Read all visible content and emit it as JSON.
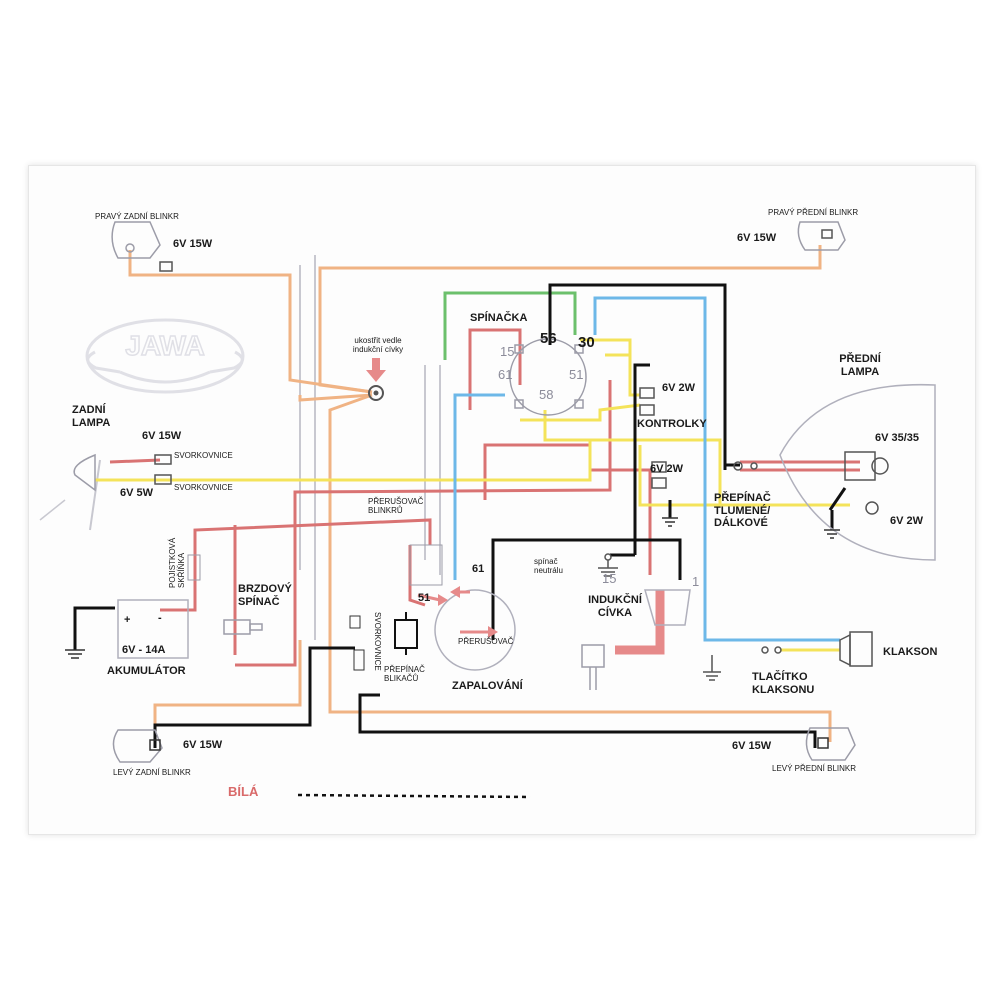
{
  "labels": {
    "right_rear_blinker": "PRAVÝ ZADNÍ BLINKR",
    "right_rear_blinker_rating": "6V 15W",
    "right_front_blinker": "PRAVÝ PŘEDNÍ BLINKR",
    "right_front_blinker_rating": "6V 15W",
    "logo": "JAWA",
    "ground_note_line1": "ukostřit vedle",
    "ground_note_line2": "indukční cívky",
    "ignition_switch": "SPÍNAČKA",
    "term_56": "56",
    "term_30": "30",
    "term_15": "15",
    "term_61": "61",
    "term_51": "51",
    "term_58": "58",
    "indicator_rating": "6V 2W",
    "indicators": "KONTROLKY",
    "front_lamp_line1": "PŘEDNÍ",
    "front_lamp_line2": "LAMPA",
    "headlamp_rating": "6V 35/35",
    "parking_rating": "6V 2W",
    "rear_lamp_line1": "ZADNÍ",
    "rear_lamp_line2": "LAMPA",
    "rear_brake_rating": "6V 15W",
    "rear_tail_rating": "6V 5W",
    "terminal_block_1": "SVORKOVNICE",
    "terminal_block_2": "SVORKOVNICE",
    "flasher_line1": "PŘERUŠOVAČ",
    "flasher_line2": "BLINKRŮ",
    "neutral_rating": "6V 2W",
    "dimmer_line1": "PŘEPÍNAČ",
    "dimmer_line2": "TLUMENÉ/",
    "dimmer_line3": "DÁLKOVÉ",
    "fuse_line1": "POJISTKOVÁ",
    "fuse_line2": "SKŘÍŇKA",
    "brake_switch_line1": "BRZDOVÝ",
    "brake_switch_line2": "SPÍNAČ",
    "neutral_switch_line1": "spínač",
    "neutral_switch_line2": "neutrálu",
    "coil_15": "15",
    "coil_1": "1",
    "coil_line1": "INDUKČNÍ",
    "coil_line2": "CÍVKA",
    "ignition_61": "61",
    "ignition_51": "51",
    "contact_breaker": "PŘERUŠOVAČ",
    "ignition": "ZAPALOVÁNÍ",
    "terminal_block_vert": "SVORKOVNICE",
    "blinker_switch_line1": "PŘEPÍNAČ",
    "blinker_switch_line2": "BLIKAČŮ",
    "battery_plus": "+",
    "battery_minus": "-",
    "battery_rating": "6V - 14A",
    "battery": "AKUMULÁTOR",
    "horn": "KLAKSON",
    "horn_button_line1": "TLAČÍTKO",
    "horn_button_line2": "KLAKSONU",
    "left_rear_blinker": "LEVÝ ZADNÍ BLINKR",
    "left_rear_blinker_rating": "6V 15W",
    "left_front_blinker": "LEVÝ PŘEDNÍ BLINKR",
    "left_front_blinker_rating": "6V 15W",
    "white_legend": "BÍLÁ"
  },
  "wire_colors": {
    "orange": "#f0b384",
    "red": "#d97373",
    "yellow": "#f4e35a",
    "blue": "#6db8e8",
    "green": "#6cc06c",
    "black": "#111111",
    "gray": "#c8c8d0"
  }
}
